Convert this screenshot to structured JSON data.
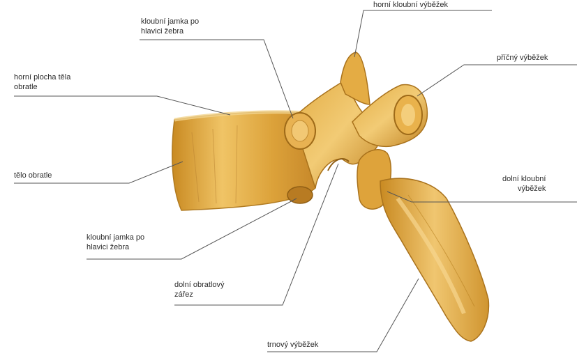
{
  "figure": {
    "colors": {
      "bone": "#d9a032",
      "bone_light": "#efc56a",
      "bone_dark": "#a8701a",
      "line": "#555555"
    },
    "labels": {
      "horni_kloubni_vybezek": [
        "horní kloubní výběžek"
      ],
      "jamka_hlavice_zebra": [
        "kloubní jamka po",
        "hlavici žebra"
      ],
      "horni_plocha": [
        "horní plocha těla",
        "obratle"
      ],
      "pricny_vybezek": [
        "příčný výběžek"
      ],
      "telo_obratle": [
        "tělo obratle"
      ],
      "dolni_kloubni_vybezek": [
        "dolní kloubní",
        "výběžek"
      ],
      "jamka_hlavice_zebra_dolni": [
        "kloubní jamka po",
        "hlavici žebra"
      ],
      "dolni_obratlovy_zarez": [
        "dolní obratlový",
        "zářez"
      ],
      "trnovy_vybezek": [
        "trnový výběžek"
      ]
    }
  }
}
